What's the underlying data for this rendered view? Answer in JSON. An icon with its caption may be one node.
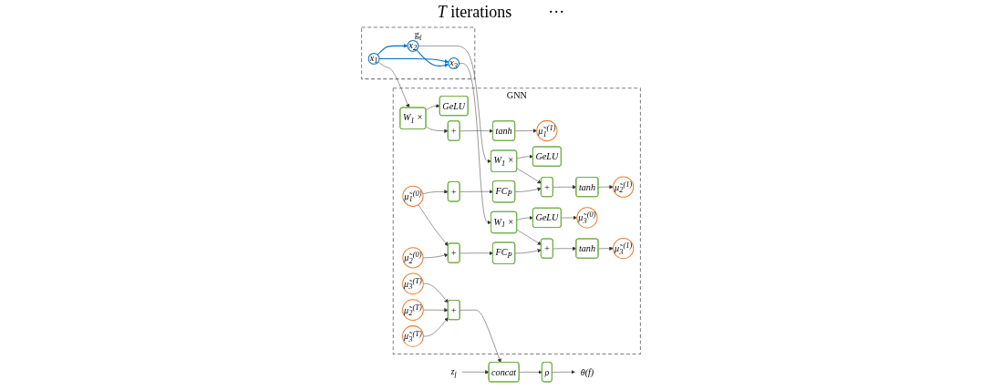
{
  "diagram": {
    "nodes": [
      {
        "text": [
          "g$_{f}$"
        ]
      },
      {
        "text": [
          "x$_{1}$"
        ],
        "in": 0
      },
      {
        "text": [
          "x$_{2}$"
        ],
        "in": 0
      },
      {
        "text": [
          "x$_{3}$"
        ],
        "in": 0
      },
      {
        "text": [
          "GNN"
        ]
      },
      {
        "text": [
          "W$_{1}$ ×"
        ],
        "in": 4
      },
      {
        "text": [
          "GeLU"
        ],
        "in": 4
      },
      {
        "text": [
          "μ̃$_{1}$$^{(0)}$"
        ],
        "in": 4
      },
      {
        "text": [
          "+"
        ],
        "in": 4
      },
      {
        "text": [
          "tanh"
        ],
        "in": 4
      },
      {
        "text": [
          "μ̃$_{1}$$^{(1)}$"
        ],
        "in": 4
      },
      {
        "text": [
          "μ̃$_{3}$$^{(T)}$"
        ],
        "in": 4
      },
      {
        "text": [
          "W$_{1}$ ×"
        ],
        "in": 4
      },
      {
        "text": [
          "GeLU"
        ],
        "in": 4
      },
      {
        "text": [
          "μ̃$_{2}$$^{(0)}$"
        ],
        "in": 4
      },
      {
        "text": [
          "+"
        ],
        "in": 4
      },
      {
        "text": [
          "FC$_{P}$"
        ],
        "in": 4
      },
      {
        "text": [
          "+"
        ],
        "in": 4
      },
      {
        "text": [
          "tanh"
        ],
        "in": 4
      },
      {
        "text": [
          "μ̃$_{2}$$^{(1)}$"
        ],
        "in": 4
      },
      {
        "text": [
          "μ̃$_{2}$$^{(T)}$"
        ],
        "in": 4
      },
      {
        "text": [
          "+"
        ],
        "in": 4
      },
      {
        "text": [
          "W$_{1}$ ×"
        ],
        "in": 4
      },
      {
        "text": [
          "GeLU"
        ],
        "in": 4
      },
      {
        "text": [
          "μ̃$_{3}$$^{(0)}$"
        ],
        "in": 4
      },
      {
        "text": [
          "+"
        ],
        "in": 4
      },
      {
        "text": [
          "FC$_{P}$"
        ],
        "in": 4
      },
      {
        "text": [
          "+"
        ],
        "in": 4
      },
      {
        "text": [
          "tanh"
        ],
        "in": 4
      },
      {
        "text": [
          "μ̃$_{3}$$^{(1)}$"
        ],
        "in": 4
      },
      {
        "text": [
          "μ̃$_{3}$$^{(T)}$"
        ],
        "in": 4
      },
      {
        "text": [
          "z$_{f}$"
        ]
      },
      {
        "text": [
          "concat"
        ]
      },
      {
        "text": [
          "ρ"
        ]
      },
      {
        "text": [
          "θ(f)"
        ]
      }
    ],
    "edges": [
      {
        "from": 1,
        "to": 2,
        "arrow": "to",
        "color": "#0070c0"
      },
      {
        "from": 1,
        "to": 3,
        "arrow": "to",
        "color": "#0070c0"
      },
      {
        "from": 2,
        "to": 3,
        "arrow": "to",
        "color": "#0070c0"
      },
      {
        "from": 1,
        "to": 5,
        "arrow": "to"
      },
      {
        "from": 2,
        "to": 12,
        "arrow": "to"
      },
      {
        "from": 3,
        "to": 22,
        "arrow": "to"
      },
      {
        "from": 5,
        "to": 6,
        "arrow": "to"
      },
      {
        "from": 12,
        "to": 13,
        "arrow": "to"
      },
      {
        "from": 22,
        "to": 23,
        "arrow": "to"
      },
      {
        "from": 23,
        "to": 24,
        "arrow": "to"
      },
      {
        "from": 5,
        "to": 8,
        "arrow": "to"
      },
      {
        "from": 12,
        "to": 17,
        "arrow": "to"
      },
      {
        "from": 22,
        "to": 27,
        "arrow": "to"
      },
      {
        "from": 7,
        "to": 15,
        "arrow": "to"
      },
      {
        "from": 7,
        "to": 25,
        "arrow": "to"
      },
      {
        "from": 14,
        "to": 25,
        "arrow": "to"
      },
      {
        "from": 8,
        "to": 9,
        "arrow": "to"
      },
      {
        "from": 9,
        "to": 10,
        "arrow": "to"
      },
      {
        "from": 15,
        "to": 16,
        "arrow": "to"
      },
      {
        "from": 16,
        "to": 17,
        "arrow": "to"
      },
      {
        "from": 17,
        "to": 18,
        "arrow": "to"
      },
      {
        "from": 18,
        "to": 19,
        "arrow": "to"
      },
      {
        "from": 25,
        "to": 26,
        "arrow": "to"
      },
      {
        "from": 26,
        "to": 27,
        "arrow": "to"
      },
      {
        "from": 27,
        "to": 28,
        "arrow": "to"
      },
      {
        "from": 28,
        "to": 29,
        "arrow": "to"
      },
      {
        "from": 11,
        "to": 21,
        "arrow": "to"
      },
      {
        "from": 20,
        "to": 21,
        "arrow": "to"
      },
      {
        "from": 30,
        "to": 21,
        "arrow": "to"
      },
      {
        "from": 21,
        "to": 32,
        "arrow": "to"
      },
      {
        "from": 31,
        "to": 32,
        "arrow": "to"
      },
      {
        "from": 32,
        "to": 33,
        "arrow": "to"
      },
      {
        "from": 33,
        "to": 34,
        "arrow": "to"
      }
    ],
    "labels": [
      "*T* iterations",
      "···"
    ]
  }
}
